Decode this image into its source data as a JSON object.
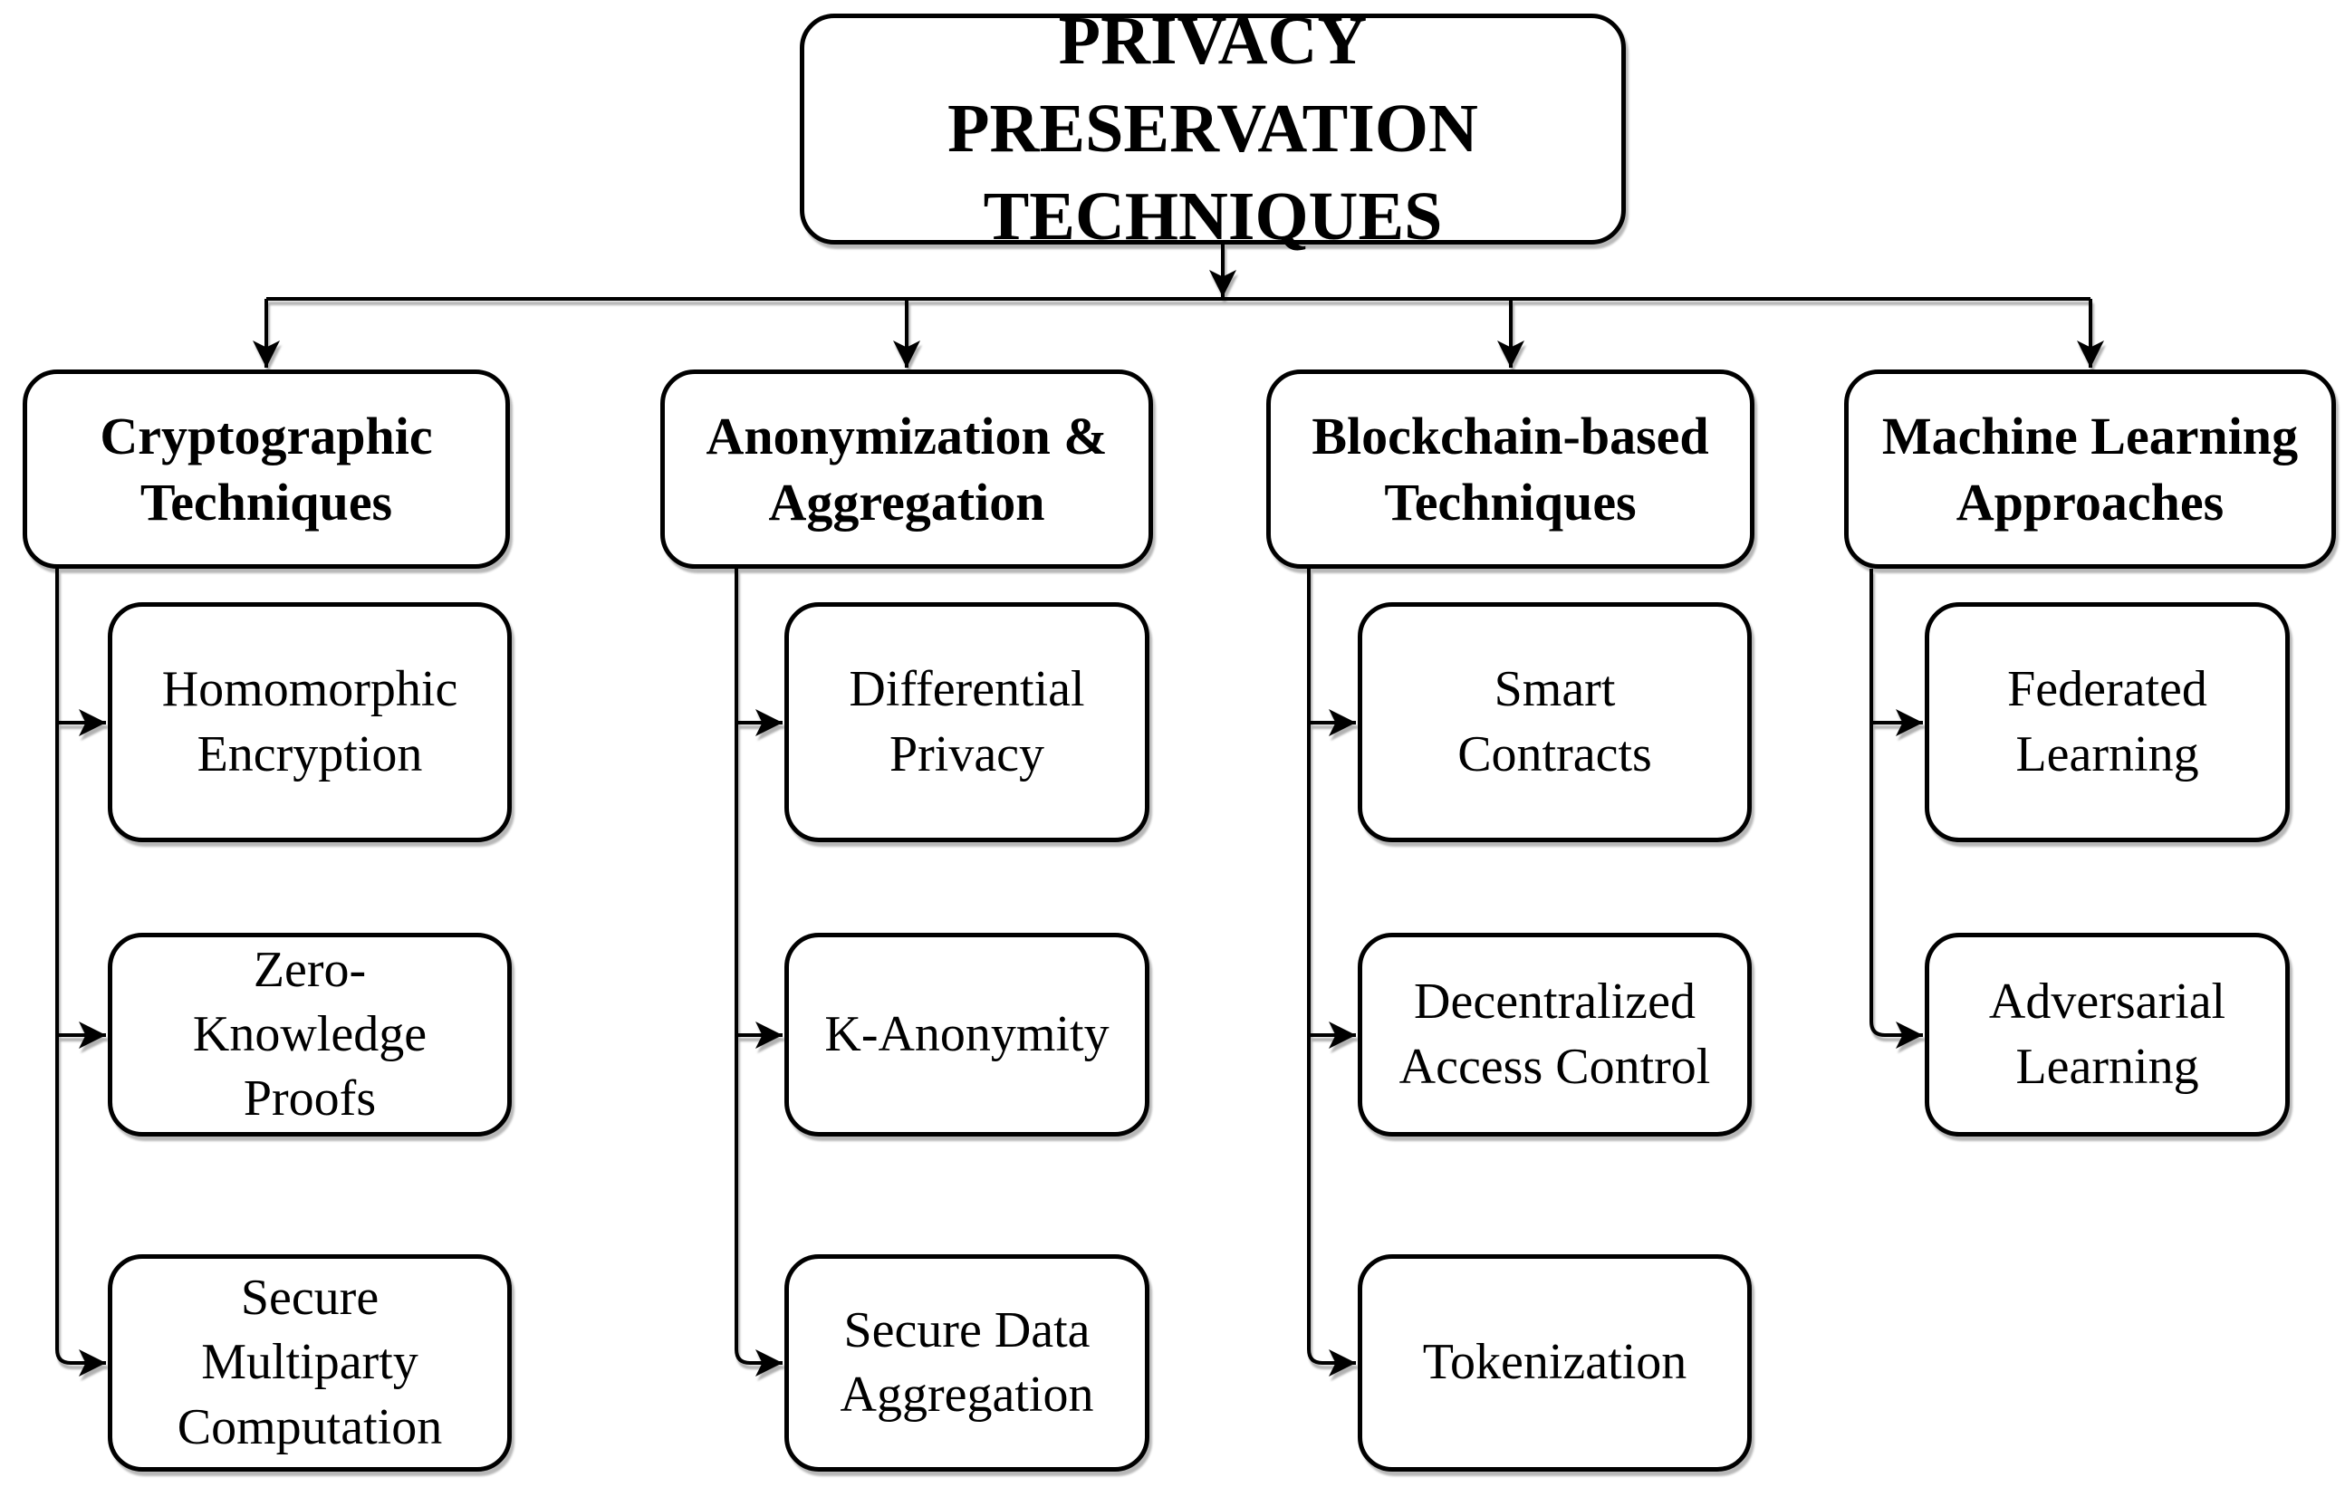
{
  "diagram": {
    "title": {
      "label": "PRIVACY PRESERVATION\nTECHNIQUES"
    },
    "branches": [
      {
        "label": "Cryptographic\nTechniques",
        "children": [
          "Homomorphic\nEncryption",
          "Zero-\nKnowledge\nProofs",
          "Secure\nMultiparty\nComputation"
        ]
      },
      {
        "label": "Anonymization &\nAggregation",
        "children": [
          "Differential\nPrivacy",
          "K-Anonymity",
          "Secure Data\nAggregation"
        ]
      },
      {
        "label": "Blockchain-based\nTechniques",
        "children": [
          "Smart\nContracts",
          "Decentralized\nAccess Control",
          "Tokenization"
        ]
      },
      {
        "label": "Machine Learning\nApproaches",
        "children": [
          "Federated\nLearning",
          "Adversarial\nLearning"
        ]
      }
    ],
    "colors": {
      "background": "#ffffff",
      "box_fill": "#ffffff",
      "box_border": "#000000",
      "text": "#000000",
      "connector": "#000000"
    }
  }
}
